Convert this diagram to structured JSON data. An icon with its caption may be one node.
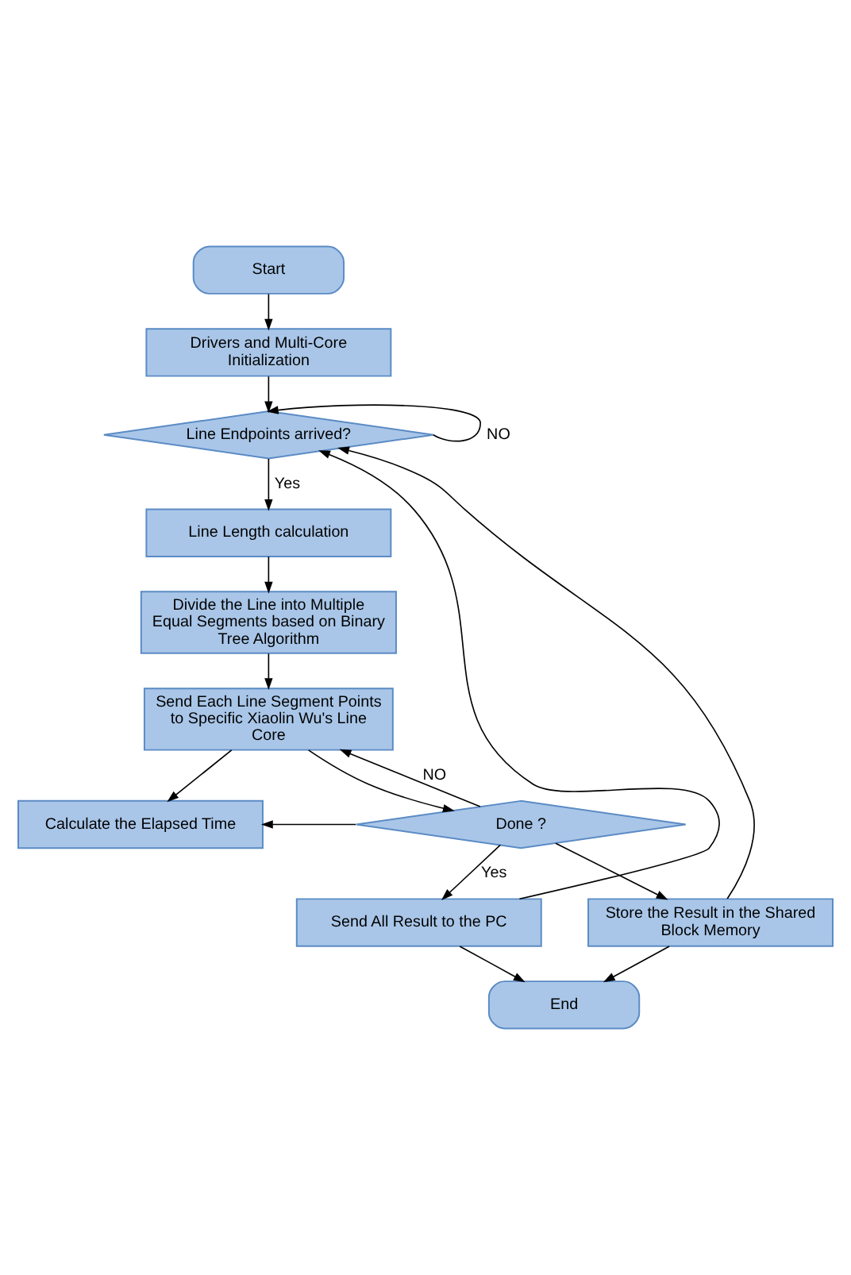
{
  "diagram": {
    "nodes": [
      {
        "text": [
          "Start"
        ]
      },
      {
        "text": [
          "Drivers and Multi-Core Initialization"
        ]
      },
      {
        "text": [
          "Line Endpoints arrived?"
        ]
      },
      {
        "text": [
          "Line Length calculation"
        ]
      },
      {
        "text": [
          "Divide the Line into Multiple Equal Segments based on Binary Tree Algorithm"
        ]
      },
      {
        "text": [
          "Send Each Line Segment Points to Specific Xiaolin Wu's Line Core"
        ]
      },
      {
        "text": [
          "Calculate the Elapsed Time"
        ]
      },
      {
        "text": [
          "Done ?"
        ]
      },
      {
        "text": [
          "Send All Result to the PC"
        ]
      },
      {
        "text": [
          "Store the Result in the Shared Block Memory"
        ]
      },
      {
        "text": [
          "End"
        ]
      }
    ],
    "edges": [
      {
        "from": 0,
        "to": 1,
        "arrow": "to"
      },
      {
        "from": 1,
        "to": 2,
        "arrow": "to"
      },
      {
        "from": 2,
        "to": 2,
        "arrow": "to",
        "label": "NO"
      },
      {
        "from": 2,
        "to": 3,
        "arrow": "to",
        "label": "Yes"
      },
      {
        "from": 3,
        "to": 4,
        "arrow": "to"
      },
      {
        "from": 4,
        "to": 5,
        "arrow": "to"
      },
      {
        "from": 5,
        "to": 6,
        "arrow": "to"
      },
      {
        "from": 5,
        "to": 7,
        "arrow": "to"
      },
      {
        "from": 7,
        "to": 5,
        "arrow": "to",
        "label": "NO"
      },
      {
        "from": 7,
        "to": 6,
        "arrow": "to"
      },
      {
        "from": 7,
        "to": 8,
        "arrow": "to",
        "label": "Yes"
      },
      {
        "from": 7,
        "to": 9,
        "arrow": "to"
      },
      {
        "from": 8,
        "to": 10,
        "arrow": "to"
      },
      {
        "from": 9,
        "to": 10,
        "arrow": "to"
      },
      {
        "from": 8,
        "to": 2,
        "arrow": "to"
      },
      {
        "from": 9,
        "to": 2,
        "arrow": "to"
      }
    ]
  }
}
